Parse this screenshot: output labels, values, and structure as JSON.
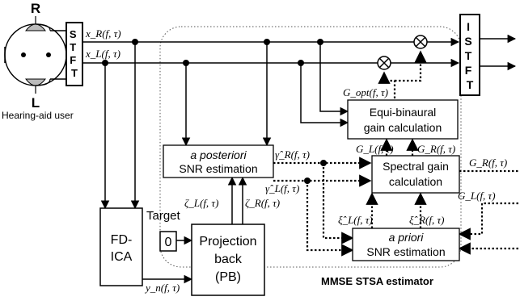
{
  "user": {
    "right_label": "R",
    "left_label": "L",
    "caption": "Hearing-aid user"
  },
  "stft": {
    "letters": [
      "S",
      "T",
      "F",
      "T"
    ]
  },
  "istft": {
    "letters": [
      "I",
      "S",
      "T",
      "F",
      "T"
    ]
  },
  "signals": {
    "x_r": "x_R(f, τ)",
    "x_l": "x_L(f, τ)",
    "g_opt": "G_opt(f, τ)",
    "g_l": "G_L(f, τ)",
    "g_r": "G_R(f, τ)",
    "g_r_out": "G_R(f, τ)",
    "g_l_out": "G_L(f, τ)",
    "gamma_r": "γ̂_R(f, τ)",
    "gamma_l": "γ̂_L(f, τ)",
    "zeta_l": "ζ_L(f, τ)",
    "zeta_r": "ζ_R(f, τ)",
    "xi_l": "ξ̂_L(f, τ)",
    "xi_r": "ξ̂_R(f, τ)",
    "y_n": "y_n(f, τ)"
  },
  "blocks": {
    "equi_line1": "Equi-binaural",
    "equi_line2": "gain calculation",
    "posteriori_line1": "a posteriori",
    "posteriori_line2": "SNR estimation",
    "spectral_line1": "Spectral gain",
    "spectral_line2": "calculation",
    "priori_line1": "a priori",
    "priori_line2": "SNR estimation",
    "fdica_line1": "FD-",
    "fdica_line2": "ICA",
    "target_label": "Target",
    "target_value": "0",
    "pb_line1": "Projection",
    "pb_line2": "back",
    "pb_line3": "(PB)"
  },
  "mmse_label": "MMSE STSA estimator"
}
